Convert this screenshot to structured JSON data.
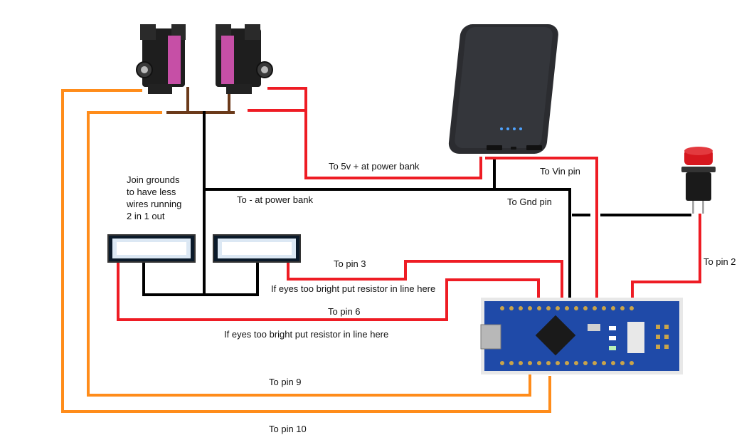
{
  "labels": {
    "join_note": [
      "Join grounds",
      "to have less",
      "wires running",
      "2 in 1 out"
    ],
    "to_5v": "To 5v + at power bank",
    "to_minus": "To - at power bank",
    "to_vin": "To Vin pin",
    "to_gnd": "To Gnd pin",
    "to_pin2": "To pin 2",
    "to_pin3": "To pin 3",
    "to_pin6": "To pin 6",
    "to_pin9": "To pin 9",
    "to_pin10": "To pin 10",
    "resistor_note_1": "If eyes too bright put resistor in line here",
    "resistor_note_2": "If eyes too bright put resistor in line here"
  },
  "colors": {
    "orange": "#ff8c1a",
    "red": "#ee1c24",
    "black": "#000000",
    "brown": "#6b3a1a",
    "board": "#1f4aa8",
    "servo_label": "#c64fa6",
    "powerbank": "#2b2c30",
    "button_red": "#d6171e"
  },
  "components": {
    "servos": [
      "servo-left",
      "servo-right"
    ],
    "leds": [
      "led-left",
      "led-right"
    ],
    "power_bank": "power-bank",
    "arduino": "arduino-nano",
    "button": "push-button"
  }
}
